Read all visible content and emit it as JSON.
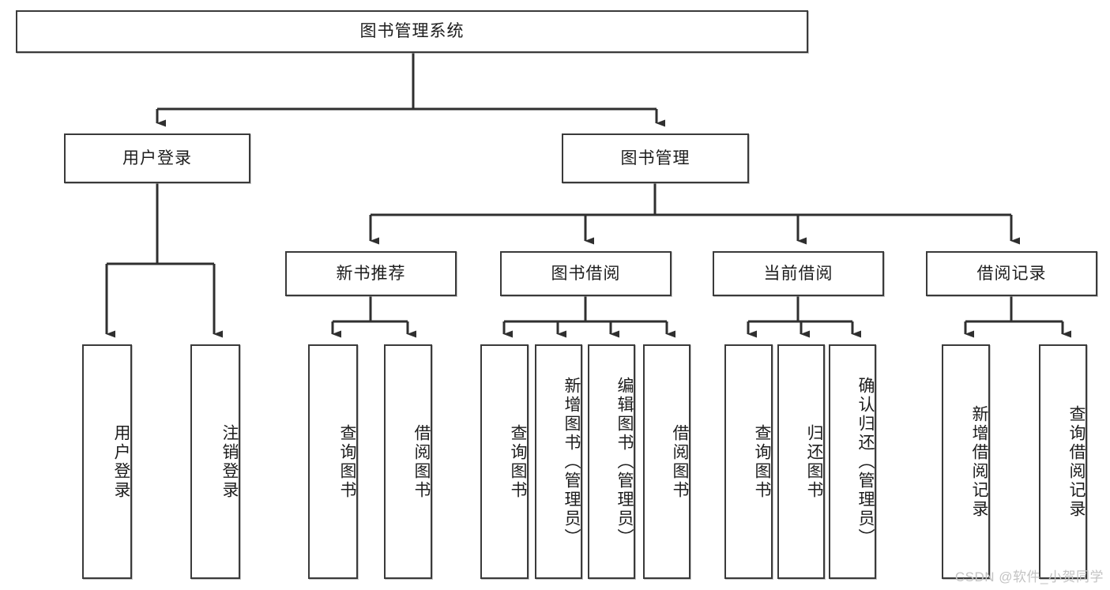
{
  "diagram": {
    "title": "图书管理系统",
    "type": "tree-hierarchy-chart",
    "root": {
      "label": "图书管理系统"
    },
    "level2": [
      {
        "label": "用户登录"
      },
      {
        "label": "图书管理"
      }
    ],
    "level3": [
      {
        "label": "新书推荐"
      },
      {
        "label": "图书借阅"
      },
      {
        "label": "当前借阅"
      },
      {
        "label": "借阅记录"
      }
    ],
    "leaves": [
      {
        "label": "用户登录"
      },
      {
        "label": "注销登录"
      },
      {
        "label": "查询图书"
      },
      {
        "label": "借阅图书"
      },
      {
        "label": "查询图书"
      },
      {
        "label": "新增图书（管理员）"
      },
      {
        "label": "编辑图书（管理员）"
      },
      {
        "label": "借阅图书"
      },
      {
        "label": "查询图书"
      },
      {
        "label": "归还图书"
      },
      {
        "label": "确认归还（管理员）"
      },
      {
        "label": "新增借阅记录"
      },
      {
        "label": "查询借阅记录"
      }
    ],
    "colors": {
      "border": "#3a3a3a",
      "background": "#ffffff",
      "text": "#1d1d1d",
      "connector": "#2f2f2f",
      "watermark": "#c3c3c3"
    }
  },
  "watermark": {
    "text": "CSDN @软件_小贺同学"
  }
}
